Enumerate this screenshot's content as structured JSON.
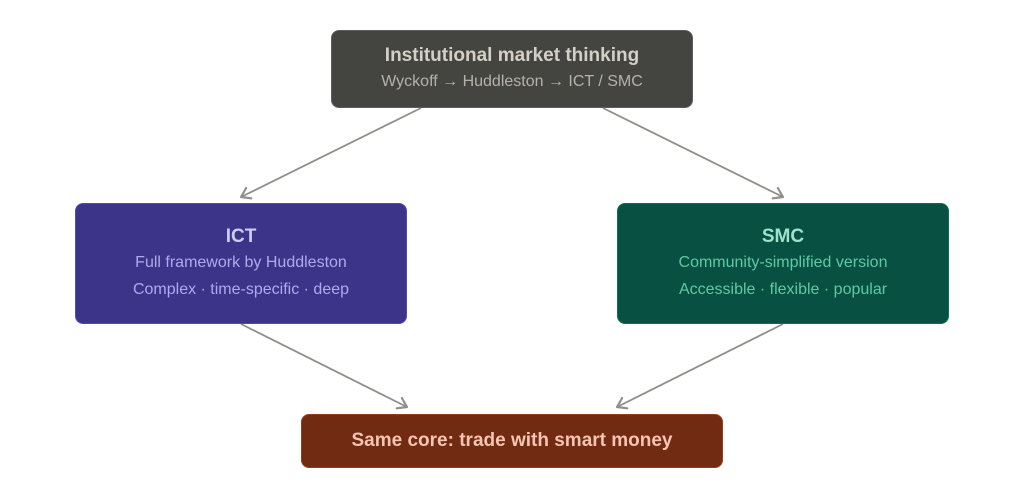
{
  "colors": {
    "edge": "#8f8e88",
    "top_fill": "#444441",
    "ict_fill": "#3c3489",
    "smc_fill": "#085041",
    "core_fill": "#712b13"
  },
  "nodes": {
    "top": {
      "title": "Institutional market thinking",
      "subtitle": "Wyckoff → Huddleston → ICT / SMC"
    },
    "ict": {
      "title": "ICT",
      "line1": "Full framework by Huddleston",
      "line2": "Complex · time-specific · deep"
    },
    "smc": {
      "title": "SMC",
      "line1": "Community-simplified version",
      "line2": "Accessible · flexible · popular"
    },
    "core": {
      "title": "Same core: trade with smart money"
    }
  },
  "edges": [
    {
      "from": "top",
      "to": "ict"
    },
    {
      "from": "top",
      "to": "smc"
    },
    {
      "from": "ict",
      "to": "core"
    },
    {
      "from": "smc",
      "to": "core"
    }
  ]
}
